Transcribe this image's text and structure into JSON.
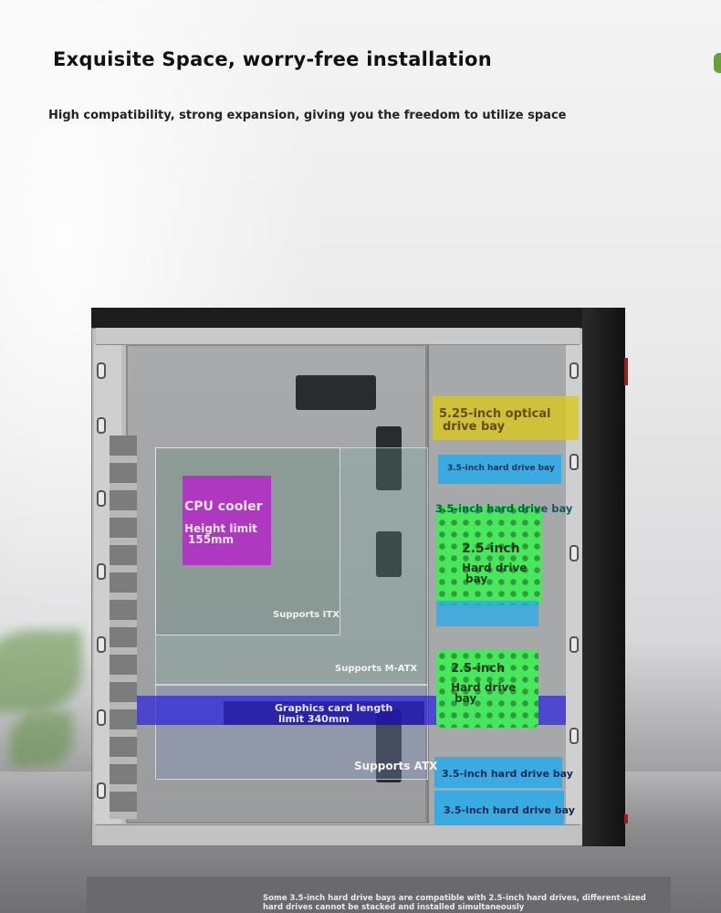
{
  "heading": {
    "title": "Exquisite Space, worry-free installation",
    "subtitle": "High compatibility, strong expansion, giving you the freedom to utilize space"
  },
  "labels": {
    "optical_bay_line1": "5.25-inch optical",
    "optical_bay_line2": "drive bay",
    "hdd_bay_top": "3.5-inch hard drive bay",
    "hdd_bay_upper": "3.5-inch hard drive bay",
    "ssd_bay_1_line1": "2.5-inch",
    "ssd_bay_1_line2": "Hard drive",
    "ssd_bay_1_line3": "bay",
    "ssd_bay_2_line1": "2.5-inch",
    "ssd_bay_2_line2": "Hard drive",
    "ssd_bay_2_line3": "bay",
    "hdd_bay_bottom_1": "3.5-inch hard drive bay",
    "hdd_bay_bottom_2": "3.5-inch hard drive bay",
    "cpu_cooler_title": "CPU cooler",
    "cpu_cooler_line1": "Height limit",
    "cpu_cooler_line2": "155mm",
    "supports_itx": "Supports ITX",
    "supports_matx": "Supports M-ATX",
    "supports_atx": "Supports ATX",
    "gpu_line1": "Graphics card length",
    "gpu_line2": "limit 340mm"
  },
  "footnote": {
    "line1": "Some 3.5-inch hard drive bays are compatible with 2.5-inch hard drives, different-sized",
    "line2": "hard drives cannot be stacked and installed simultaneously"
  },
  "colors": {
    "optical": "#d7c81e",
    "hdd": "#28aaeb",
    "ssd": "#46eb5a",
    "cpu": "#b428c8",
    "gpu": "#2d23dc"
  }
}
